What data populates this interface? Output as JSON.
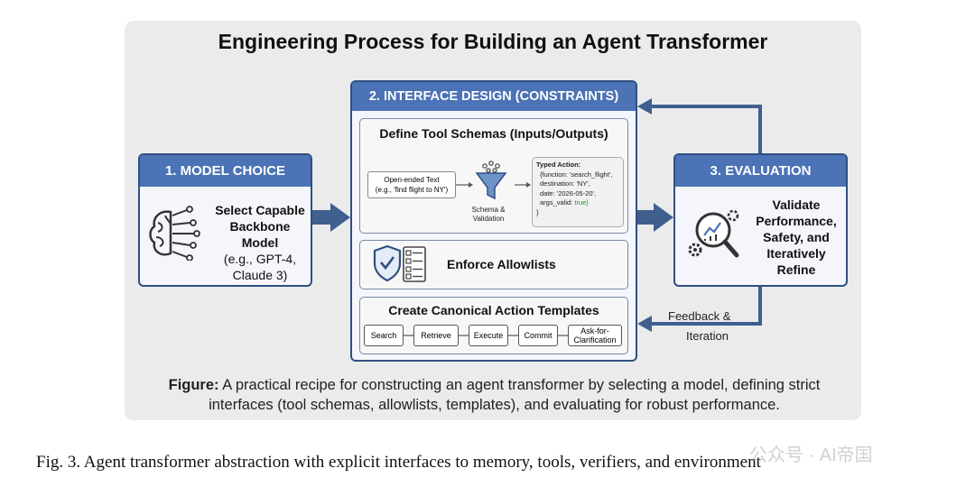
{
  "title": "Engineering Process for Building an Agent Transformer",
  "model_choice": {
    "header": "1. MODEL CHOICE",
    "line1": "Select Capable",
    "line2": "Backbone Model",
    "line3": "(e.g., GPT-4,",
    "line4": "Claude 3)",
    "icon": "brain-circuit-icon"
  },
  "interface_design": {
    "header": "2. INTERFACE DESIGN (CONSTRAINTS)",
    "schemas": {
      "title": "Define Tool Schemas (Inputs/Outputs)",
      "input_line1": "Open-ended Text",
      "input_line2": "(e.g., 'find flight to NY')",
      "filter_line1": "Schema &",
      "filter_line2": "Validation",
      "typed_title": "Typed Action:",
      "typed_l1": "{function: 'search_flight',",
      "typed_l2": "destination: 'NY',",
      "typed_l3": "date: '2026-05-20',",
      "typed_l4a": "args_valid: ",
      "typed_l4b": "true}",
      "typed_l5": "}"
    },
    "allowlists": {
      "label": "Enforce Allowlists",
      "icon": "shield-checklist-icon"
    },
    "templates": {
      "title": "Create Canonical Action Templates",
      "steps": [
        "Search",
        "Retrieve",
        "Execute",
        "Commit",
        "Ask-for-",
        "Clarification"
      ]
    }
  },
  "evaluation": {
    "header": "3. EVALUATION",
    "line1": "Validate",
    "line2": "Performance,",
    "line3": "Safety, and",
    "line4": "Iteratively",
    "line5": "Refine",
    "icon": "magnifier-gears-icon"
  },
  "feedback": {
    "line1": "Feedback &",
    "line2": "Iteration"
  },
  "caption": {
    "bold": "Figure:",
    "text": " A practical recipe for constructing an agent transformer by selecting a model, defining strict interfaces (tool schemas, allowlists, templates), and evaluating for robust performance."
  },
  "fig_caption": "Fig. 3.  Agent transformer abstraction with explicit interfaces to memory, tools, verifiers, and environment",
  "watermark": "公众号 · AI帝国",
  "colors": {
    "header_blue": "#4b73b5",
    "border": "#2f4f82",
    "arrow": "#3f5f8f",
    "panel": "#ebebeb"
  }
}
